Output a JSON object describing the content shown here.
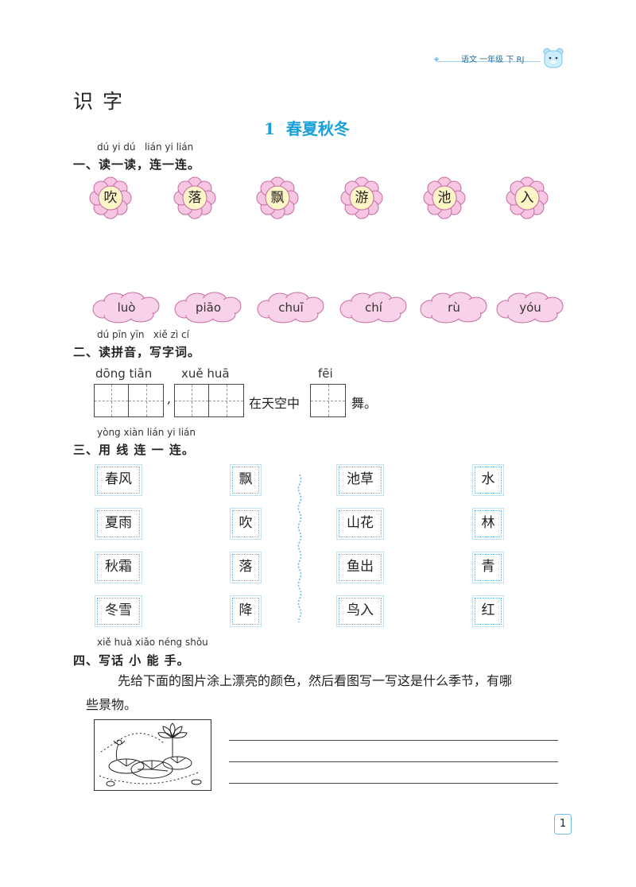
{
  "header": {
    "text": "语文 一年级 下 RJ"
  },
  "section_title": "识字",
  "lesson": {
    "number": "1",
    "title": "春夏秋冬"
  },
  "q1": {
    "pinyin": "dú yi dú   lián yi lián",
    "heading": "一、读一读，连一连。",
    "chars": [
      "吹",
      "落",
      "飘",
      "游",
      "池",
      "入"
    ],
    "pinyins": [
      "luò",
      "piāo",
      "chuī",
      "chí",
      "rù",
      "yóu"
    ]
  },
  "q2": {
    "pinyin": "dú pīn yīn   xiě zì cí",
    "heading": "二、读拼音，写字词。",
    "word1_pinyin": "dōng tiān",
    "word2_pinyin": "xuě huā",
    "word3_pinyin": "fēi",
    "comma": ",",
    "mid_text": "在天空中",
    "end_text": "舞。"
  },
  "q3": {
    "pinyin": "yòng xiàn lián yi lián",
    "heading": "三、用 线 连 一 连。",
    "col1": [
      "春风",
      "夏雨",
      "秋霜",
      "冬雪"
    ],
    "col2": [
      "飘",
      "吹",
      "落",
      "降"
    ],
    "col3": [
      "池草",
      "山花",
      "鱼出",
      "鸟入"
    ],
    "col4": [
      "水",
      "林",
      "青",
      "红"
    ]
  },
  "q4": {
    "pinyin": "xiě huà xiǎo néng shǒu",
    "heading": "四、写话 小 能 手。",
    "instruction_line1": "先给下面的图片涂上漂亮的颜色，然后看图写一写这是什么季节，有哪",
    "instruction_line2": "些景物。"
  },
  "page_number": "1",
  "colors": {
    "accent": "#1aa0d9",
    "flower": "#f6c6e2",
    "flower_center": "#fff6c8",
    "cloud": "#f8d2e8"
  }
}
